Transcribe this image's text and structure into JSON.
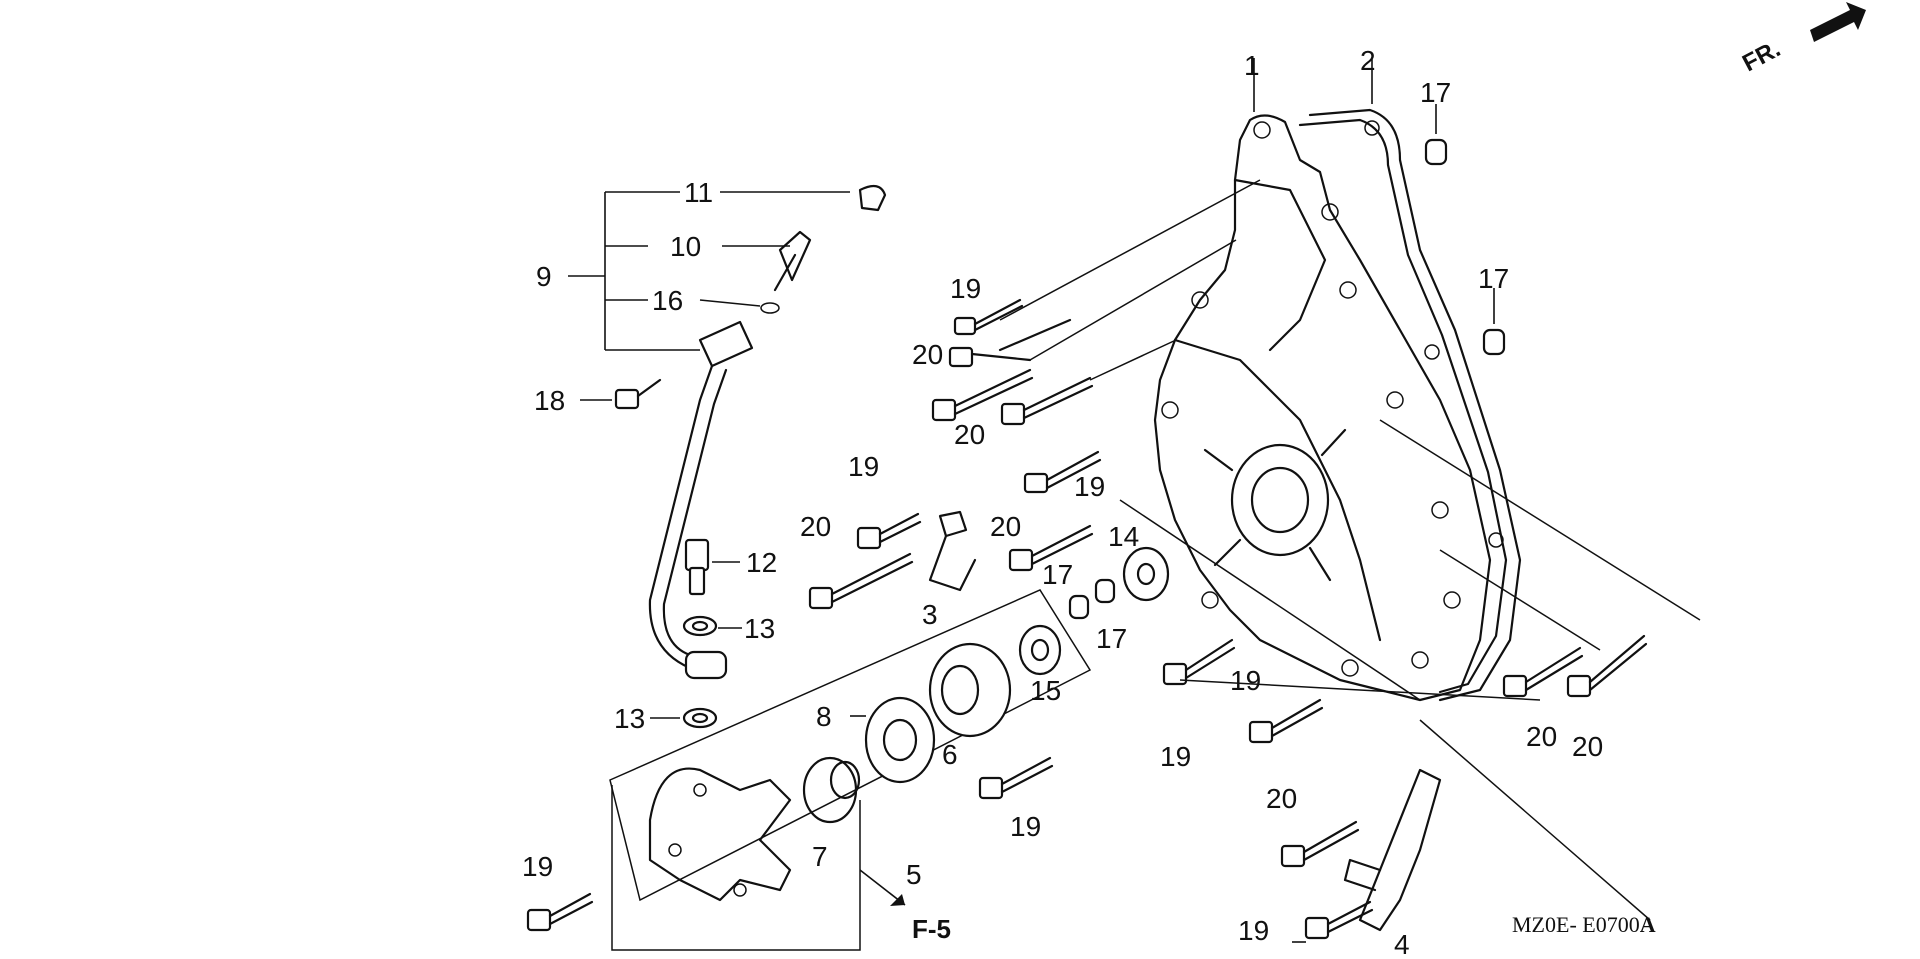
{
  "diagram": {
    "part_labels": [
      "1",
      "2",
      "17",
      "17",
      "11",
      "10",
      "9",
      "16",
      "18",
      "19",
      "20",
      "20",
      "19",
      "19",
      "20",
      "20",
      "3",
      "14",
      "17",
      "17",
      "12",
      "13",
      "13",
      "8",
      "6",
      "15",
      "7",
      "5",
      "19",
      "19",
      "19",
      "19",
      "20",
      "20",
      "20",
      "19",
      "4"
    ],
    "reference": "F-5",
    "orientation": "FR.",
    "drawing_code": "MZ0E- E0700",
    "drawing_code_suffix": "A"
  }
}
